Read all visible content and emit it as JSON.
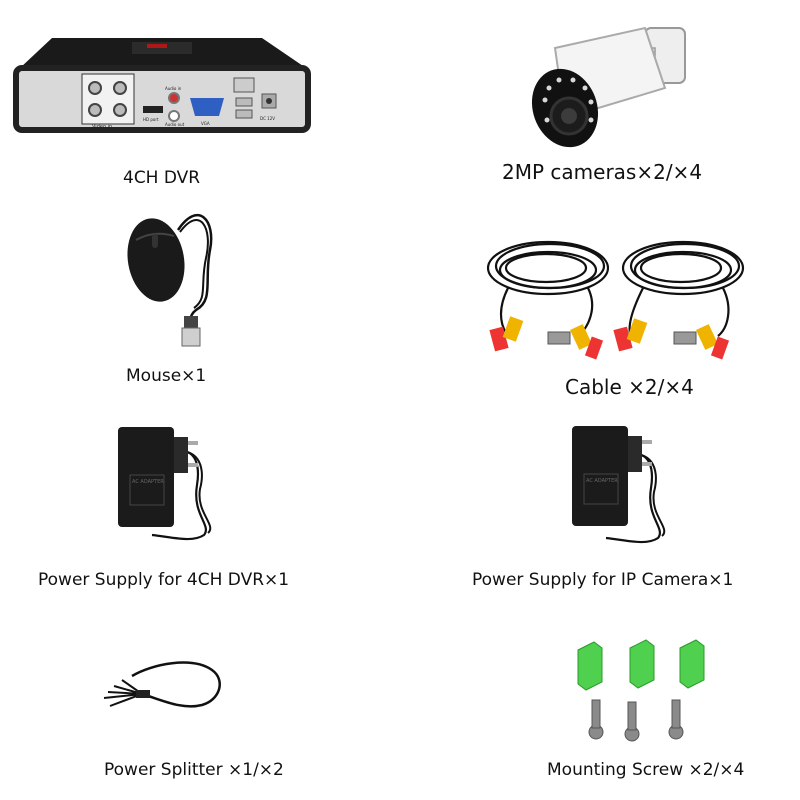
{
  "items": [
    {
      "name": "dvr",
      "caption": "4CH DVR"
    },
    {
      "name": "camera",
      "caption": "2MP cameras×2/×4"
    },
    {
      "name": "mouse",
      "caption": "Mouse×1"
    },
    {
      "name": "cable",
      "caption": "Cable ×2/×4"
    },
    {
      "name": "dvr-power-supply",
      "caption": "Power Supply for 4CH DVR×1"
    },
    {
      "name": "camera-power-supply",
      "caption": "Power Supply for IP Camera×1"
    },
    {
      "name": "power-splitter",
      "caption": "Power Splitter ×1/×2"
    },
    {
      "name": "mounting-screw",
      "caption": "Mounting Screw ×2/×4"
    }
  ],
  "dvr_labels": {
    "video_in": "Video in",
    "hd_port": "HD port",
    "audio_in": "Audio in",
    "audio_out": "Audio out",
    "vga": "VGA",
    "dc": "DC 12V"
  },
  "adapter_label": "AC ADAPTER"
}
